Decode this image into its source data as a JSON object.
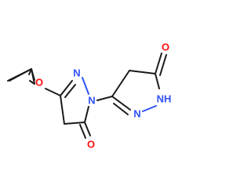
{
  "structure": {
    "atoms": [
      {
        "symbol": "O",
        "element": "oxygen",
        "color": "#FF0D0D"
      },
      {
        "symbol": "N",
        "element": "nitrogen",
        "color": "#3050F8"
      },
      {
        "symbol": "N",
        "element": "nitrogen",
        "color": "#3050F8"
      },
      {
        "symbol": "O",
        "element": "oxygen",
        "color": "#FF0D0D"
      },
      {
        "symbol": "N",
        "element": "nitrogen",
        "color": "#3050F8"
      },
      {
        "symbol": "NH",
        "element": "nitrogen",
        "color": "#3050F8"
      },
      {
        "symbol": "O",
        "element": "oxygen",
        "color": "#FF0D0D"
      }
    ],
    "colors": {
      "carbon_bond": "#1a1a1a",
      "nitrogen": "#3050F8",
      "oxygen": "#FF0D0D",
      "background": "#ffffff"
    }
  }
}
